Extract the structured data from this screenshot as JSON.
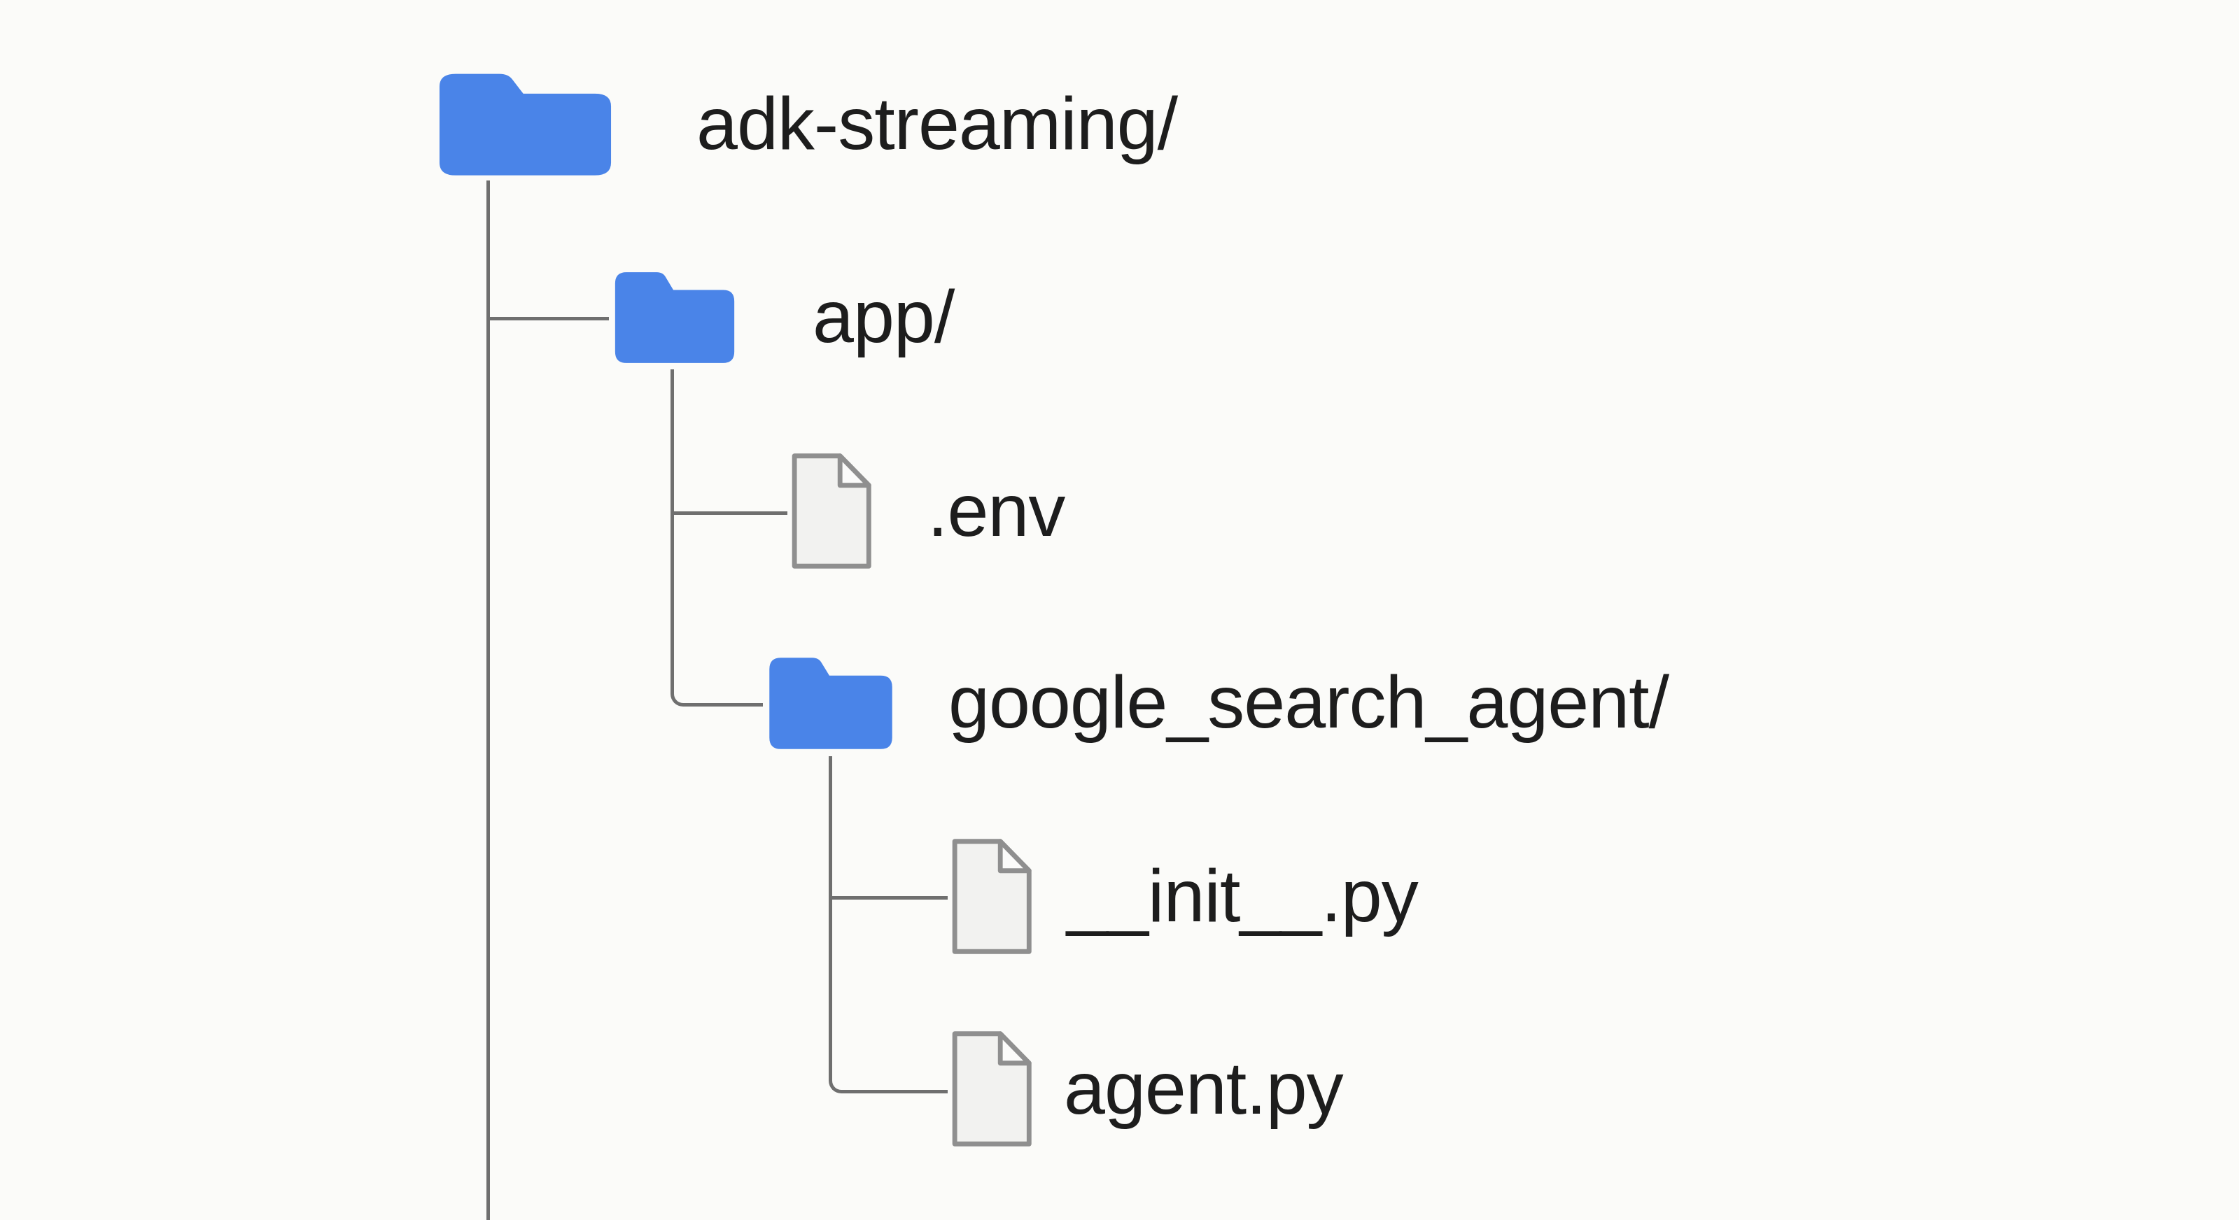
{
  "tree": {
    "nodes": [
      {
        "label": "adk-streaming/",
        "type": "folder",
        "depth": 0
      },
      {
        "label": "app/",
        "type": "folder",
        "depth": 1
      },
      {
        "label": ".env",
        "type": "file",
        "depth": 2
      },
      {
        "label": "google_search_agent/",
        "type": "folder",
        "depth": 2
      },
      {
        "label": "__init__.py",
        "type": "file",
        "depth": 3
      },
      {
        "label": "agent.py",
        "type": "file",
        "depth": 3
      }
    ]
  },
  "colors": {
    "background": "#fbfbf9",
    "folder": "#4a84e8",
    "file_fill": "#f2f2f0",
    "file_fold": "#fbfbfa",
    "file_border": "#8f8f8f",
    "connector": "#6f6f6f",
    "label": "#1d1d1d"
  }
}
